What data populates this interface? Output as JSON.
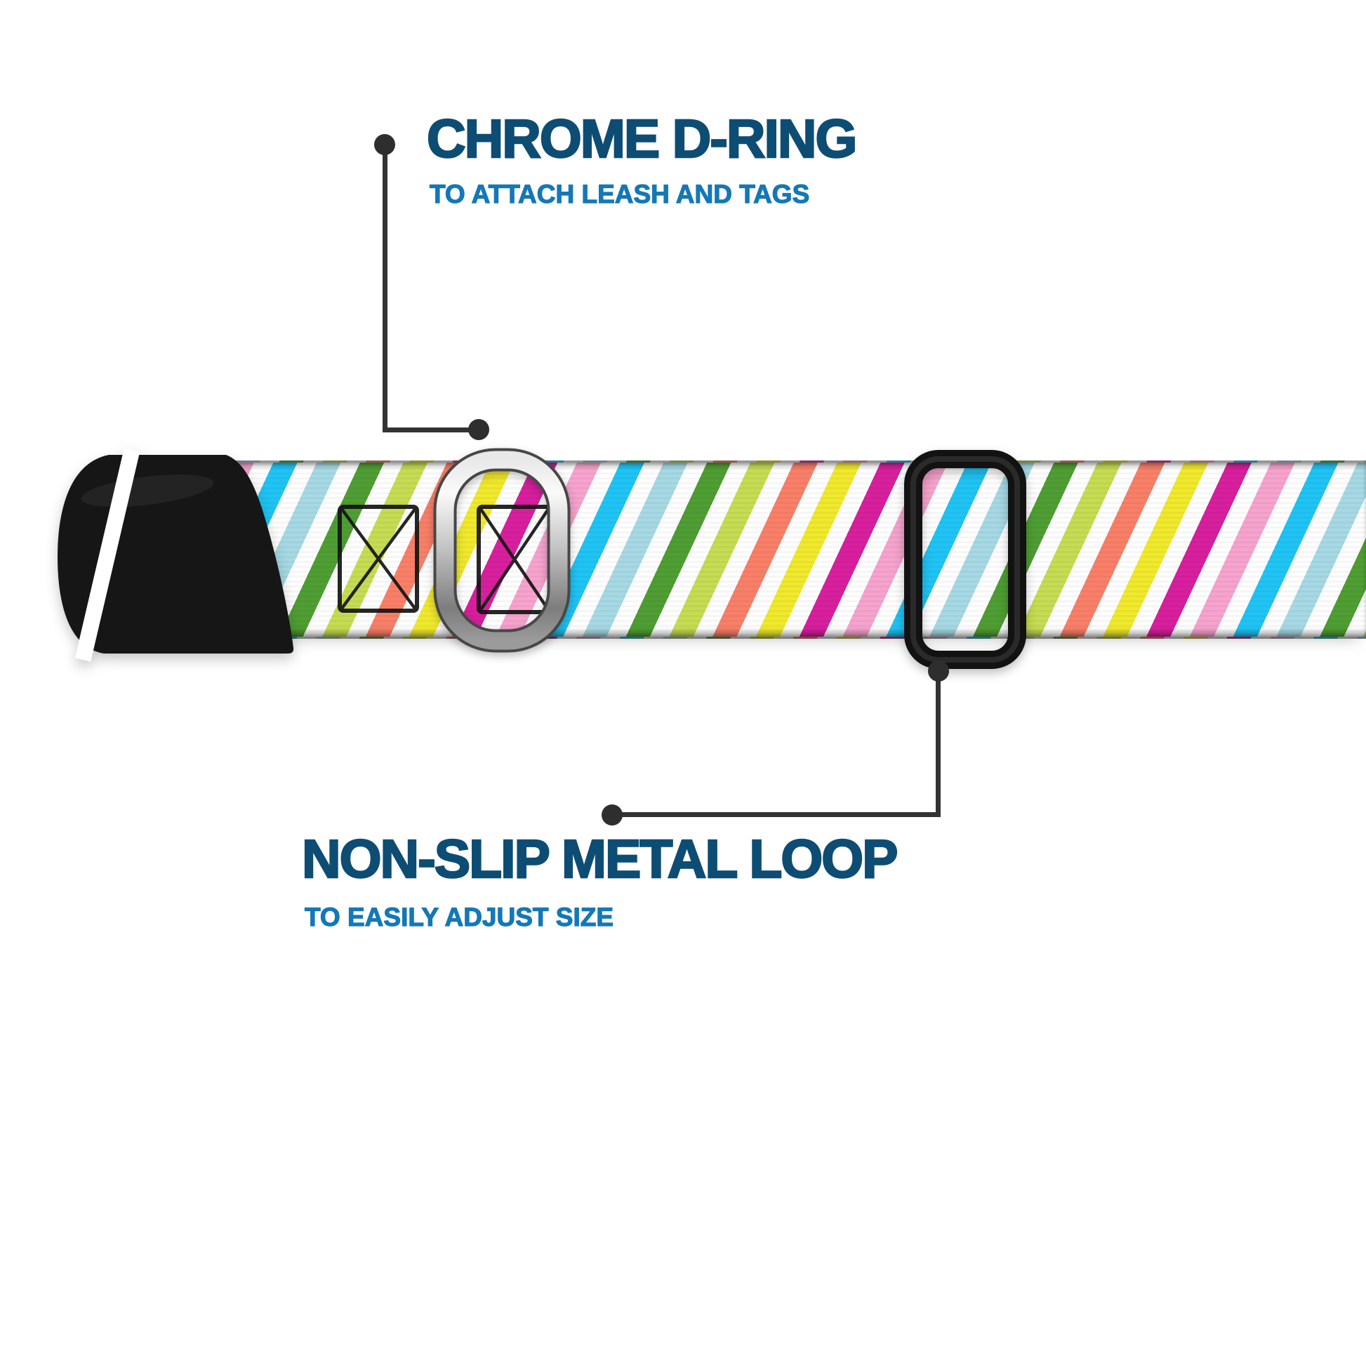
{
  "annotations": {
    "dring": {
      "title": "CHROME D-RING",
      "subtitle": "TO ATTACH LEASH AND TAGS"
    },
    "loop": {
      "title": "NON-SLIP METAL LOOP",
      "subtitle": "TO EASILY ADJUST SIZE"
    }
  },
  "colors": {
    "title": "#0d4d74",
    "subtitle": "#1478b6",
    "callout": "#333333",
    "dot": "#2e2e2e",
    "buckle": "#161616",
    "slide": "#121212",
    "stitch": "#141414",
    "webbing_base": "#ffffff",
    "stripes": [
      "#f6a3cd",
      "#1fc4f4",
      "#a6d9e4",
      "#4f9e33",
      "#c6dc52",
      "#f97f68",
      "#f0e92c",
      "#d81f9d"
    ]
  },
  "graphics": {
    "buckle": "black-side-release-buckle",
    "dring": "chrome-d-ring",
    "slide": "black-metal-slide-loop",
    "webbing": "multicolor-diagonal-striped-webbing",
    "stitching": "box-x-stitch"
  }
}
